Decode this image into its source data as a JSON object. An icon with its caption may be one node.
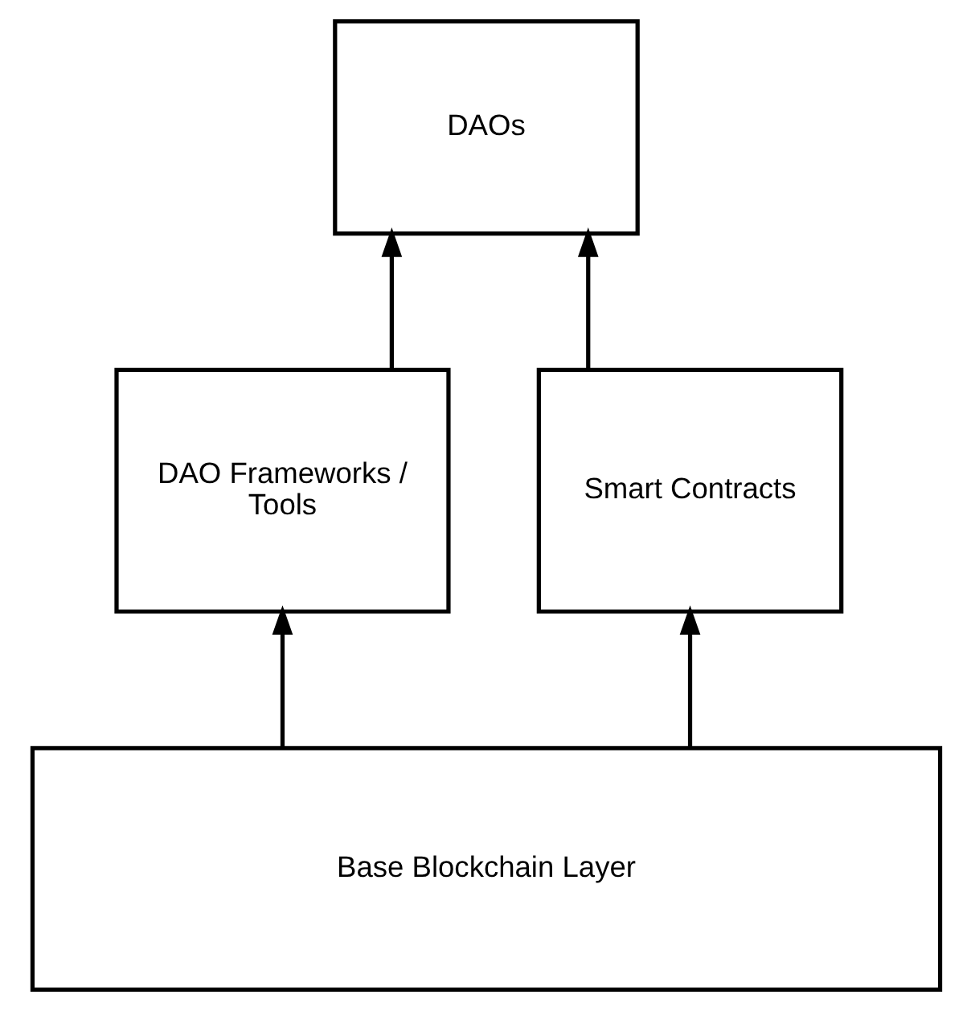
{
  "diagram": {
    "nodes": [
      {
        "text": [
          "DAOs"
        ]
      },
      {
        "text": [
          "DAO Frameworks / Tools"
        ]
      },
      {
        "text": [
          "Smart Contracts"
        ]
      },
      {
        "text": [
          "Base Blockchain Layer"
        ]
      }
    ],
    "edges": [
      {
        "from": 3,
        "to": 1,
        "arrow": "to"
      },
      {
        "from": 3,
        "to": 2,
        "arrow": "to"
      },
      {
        "from": 1,
        "to": 0,
        "arrow": "to"
      },
      {
        "from": 2,
        "to": 0,
        "arrow": "to"
      }
    ]
  }
}
